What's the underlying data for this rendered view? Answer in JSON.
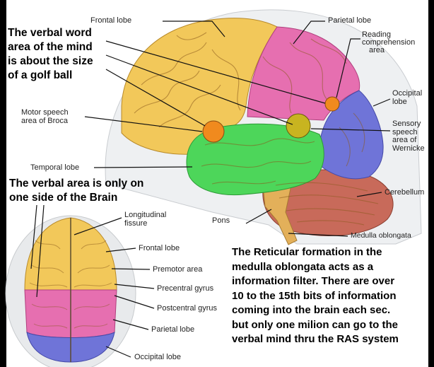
{
  "colors": {
    "frontal": "#f2c85a",
    "parietal": "#e66fb0",
    "occipital": "#6f74d8",
    "temporal": "#4dd65a",
    "cerebellum": "#c86a5a",
    "brainstem": "#e3b05a",
    "marker": "#f08a1e",
    "marker_olive": "#c8b420",
    "leader": "#111111"
  },
  "side_view_labels": {
    "frontal_lobe": "Frontal lobe",
    "parietal_lobe": "Parietal lobe",
    "reading_area": [
      "Reading",
      "comprehension",
      "area"
    ],
    "occipital_lobe": [
      "Occipital",
      "lobe"
    ],
    "sensory_speech": [
      "Sensory",
      "speech",
      "area of",
      "Wernicke"
    ],
    "motor_speech": [
      "Motor speech",
      "area of Broca"
    ],
    "temporal_lobe": "Temporal lobe",
    "cerebellum": "Cerebellum",
    "pons": "Pons",
    "medulla": "Medulla oblongata"
  },
  "top_view_labels": {
    "longitudinal": [
      "Longitudinal",
      "fissure"
    ],
    "frontal_lobe": "Frontal lobe",
    "premotor": "Premotor area",
    "precentral": "Precentral gyrus",
    "postcentral": "Postcentral gyrus",
    "parietal_lobe": "Parietal lobe",
    "occipital_lobe": "Occipital lobe"
  },
  "notes": {
    "verbal_word": [
      "The verbal word",
      "area of the mind",
      "is about the size",
      "of a golf ball"
    ],
    "one_side": [
      "The verbal area is only on",
      "one side of the Brain"
    ],
    "reticular": [
      "The Reticular formation in the",
      "medulla oblongata acts as a",
      "information filter. There are over",
      "10 to the 15th bits of information",
      "coming into the brain each sec.",
      "but only one milion can go to the",
      "verbal mind thru the RAS system"
    ]
  }
}
